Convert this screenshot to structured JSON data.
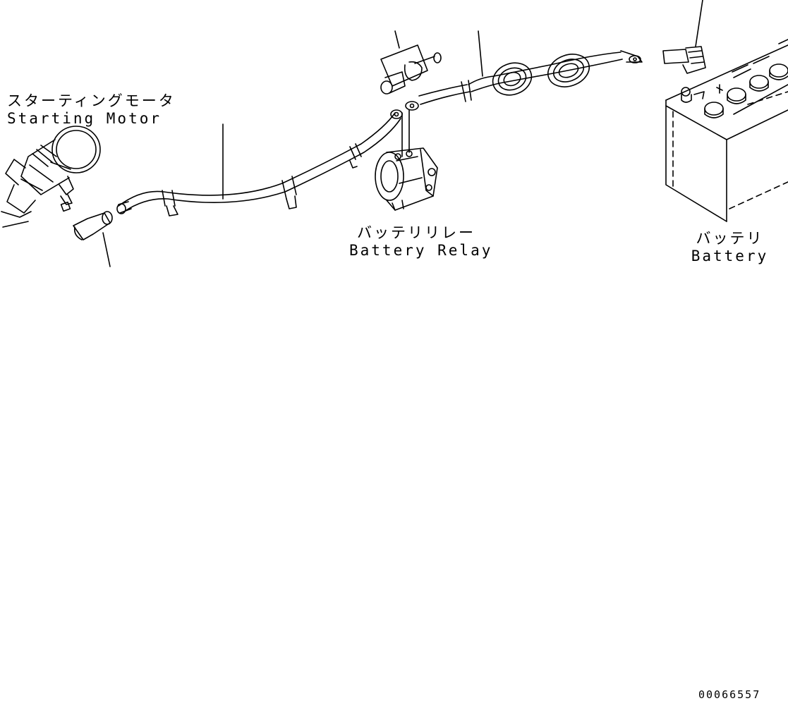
{
  "labels": {
    "starting_motor": {
      "jp": "スターティングモータ",
      "en": "Starting Motor"
    },
    "battery_relay": {
      "jp": "バッテリリレー",
      "en": "Battery Relay"
    },
    "battery": {
      "jp": "バッテリ",
      "en": "Battery"
    }
  },
  "drawing_id": "00066557",
  "colors": {
    "line": "#000000",
    "background": "#ffffff"
  }
}
